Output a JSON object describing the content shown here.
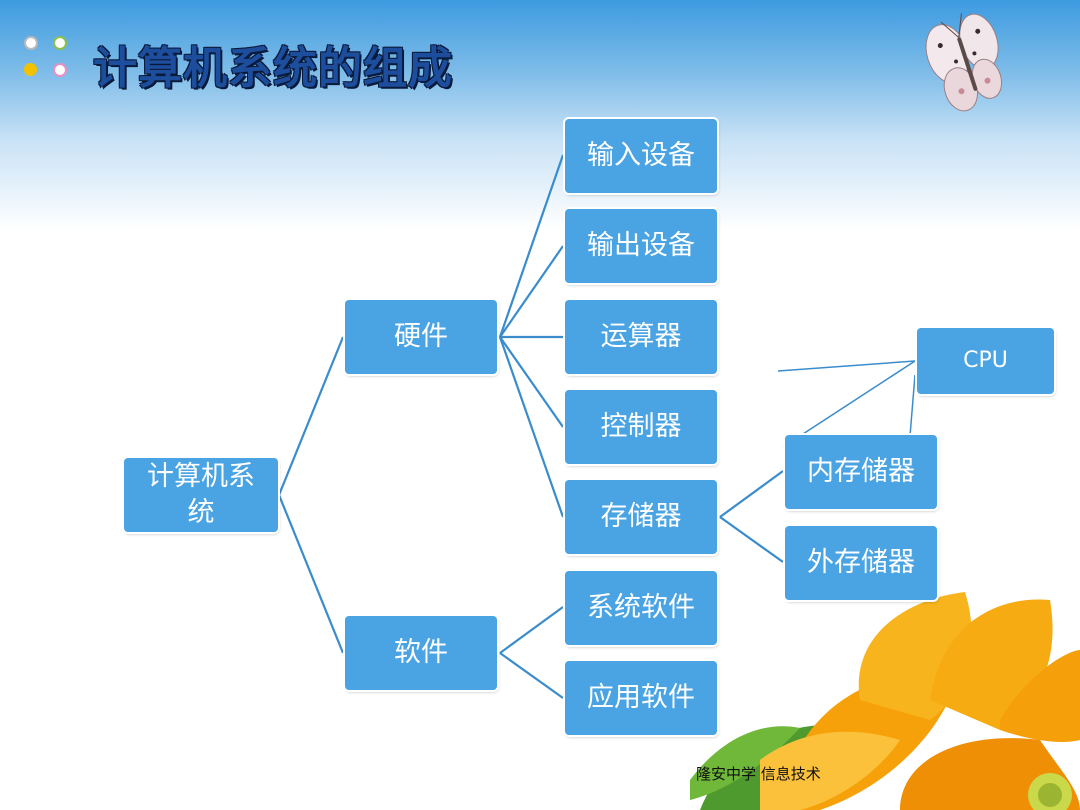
{
  "title": "计算机系统的组成",
  "footer": "隆安中学 信息技术",
  "colors": {
    "node": "#4aa3e3",
    "line": "#3a8ccc",
    "title": "#1d4e9e",
    "dot_gray": "#b9b9b9",
    "dot_green": "#8cc04a",
    "dot_yellow": "#f2c200",
    "dot_pink": "#e88fc4"
  },
  "nodes": {
    "root": "计算机系统",
    "hardware": "硬件",
    "software": "软件",
    "input": "输入设备",
    "output": "输出设备",
    "alu": "运算器",
    "controller": "控制器",
    "storage": "存储器",
    "system_sw": "系统软件",
    "app_sw": "应用软件",
    "memory": "内存储器",
    "external": "外存储器",
    "cpu": "CPU"
  },
  "decorations": [
    "butterfly-image",
    "flower-image"
  ]
}
